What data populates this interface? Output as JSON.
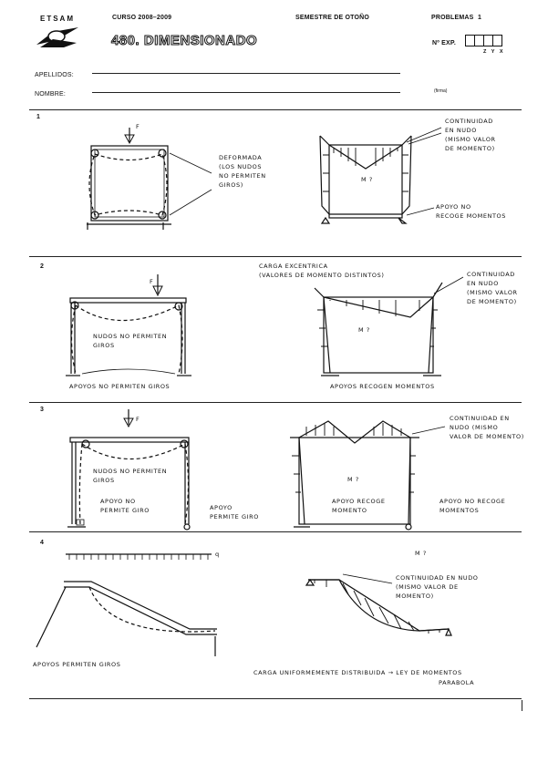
{
  "header": {
    "school": "ETSAM",
    "course": "CURSO 2008–2009",
    "semester": "SEMESTRE DE OTOÑO",
    "problems_label": "PROBLEMAS",
    "problems_num": "1",
    "title": "480. DIMENSIONADO",
    "exp_label": "Nº EXP.",
    "exp_letters": "Z Y X",
    "surname_label": "APELLIDOS:",
    "name_label": "NOMBRE:",
    "firma": "(firma)"
  },
  "sections": [
    {
      "number": "1",
      "force": "F",
      "left_note": "DEFORMADA\n(LOS NUDOS\nNO PERMITEN\nGIROS)",
      "moment": "M ?",
      "right_note_top": "CONTINUIDAD\nEN NUDO\n(MISMO VALOR\nDE MOMENTO)",
      "right_note_bottom": "APOYO NO\nRECOGE MOMENTOS"
    },
    {
      "number": "2",
      "force": "F",
      "left_note": "NUDOS NO PERMITEN\nGIROS",
      "left_bottom": "APOYOS NO PERMITEN GIROS",
      "right_title": "CARGA EXCENTRICA\n(VALORES DE MOMENTO DISTINTOS)",
      "moment": "M ?",
      "right_note_top": "CONTINUIDAD\nEN NUDO\n(MISMO VALOR\nDE MOMENTO)",
      "right_note_bottom": "APOYOS RECOGEN MOMENTOS"
    },
    {
      "number": "3",
      "force": "F",
      "left_note": "NUDOS NO PERMITEN\nGIROS",
      "left_support_a": "APOYO NO\nPERMITE GIRO",
      "left_support_b": "APOYO\nPERMITE GIRO",
      "moment": "M ?",
      "right_note_top": "CONTINUIDAD EN\nNUDO (MISMO\nVALOR DE MOMENTO)",
      "right_support_a": "APOYO RECOGE\nMOMENTO",
      "right_support_b": "APOYO NO RECOGE\nMOMENTOS"
    },
    {
      "number": "4",
      "load": "q",
      "moment": "M ?",
      "left_bottom": "APOYOS PERMITEN GIROS",
      "right_note_top": "CONTINUIDAD EN NUDO\n(MISMO VALOR DE\nMOMENTO)",
      "right_bottom_a": "CARGA UNIFORMEMENTE DISTRIBUIDA → LEY DE MOMENTOS",
      "right_bottom_b": "PARABOLA"
    }
  ]
}
